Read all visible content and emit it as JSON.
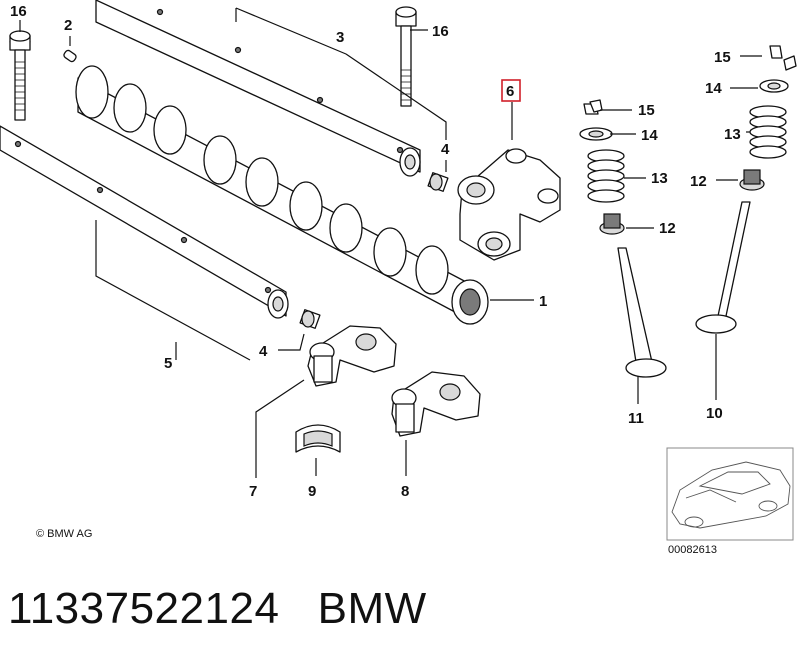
{
  "diagram": {
    "callouts": {
      "c1": "1",
      "c2": "2",
      "c3": "3",
      "c4a": "4",
      "c4b": "4",
      "c5": "5",
      "c6": "6",
      "c7": "7",
      "c8": "8",
      "c9": "9",
      "c10": "10",
      "c11": "11",
      "c12a": "12",
      "c12b": "12",
      "c13a": "13",
      "c13b": "13",
      "c14a": "14",
      "c14b": "14",
      "c15a": "15",
      "c15b": "15",
      "c16a": "16",
      "c16b": "16"
    },
    "highlight_color": "#d0202a",
    "copyright": "© BMW AG",
    "reference_number": "00082613"
  },
  "footer": {
    "part_number": "11337522124",
    "brand": "BMW"
  }
}
